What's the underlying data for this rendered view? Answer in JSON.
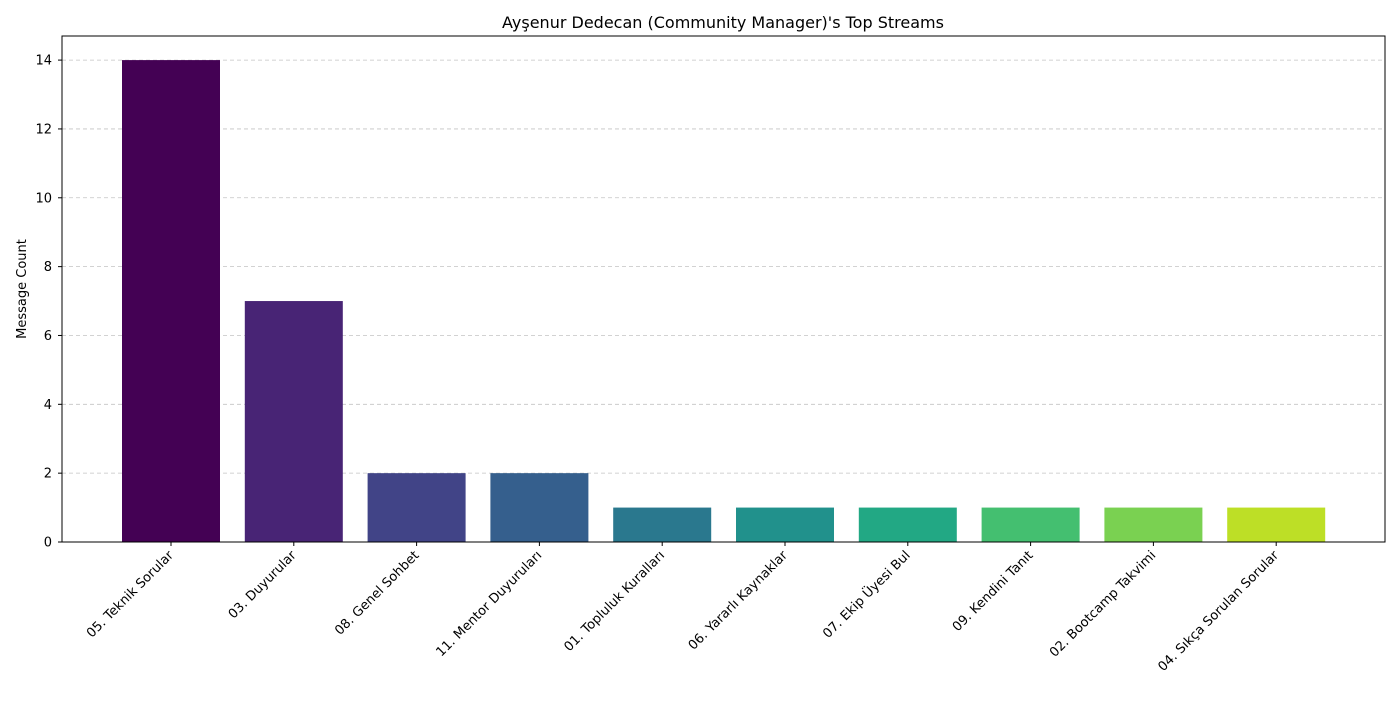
{
  "chart_data": {
    "type": "bar",
    "title": "Ayşenur Dedecan (Community Manager)'s Top Streams",
    "xlabel": "",
    "ylabel": "Message Count",
    "categories": [
      "05. Teknik Sorular",
      "03. Duyurular",
      "08. Genel Sohbet",
      "11. Mentor Duyuruları",
      "01. Topluluk Kuralları",
      "06. Yararlı Kaynaklar",
      "07. Ekip Üyesi Bul",
      "09. Kendini Tanıt",
      "02. Bootcamp Takvimi",
      "04. Sıkça Sorulan Sorular"
    ],
    "values": [
      14,
      7,
      2,
      2,
      1,
      1,
      1,
      1,
      1,
      1
    ],
    "colors": [
      "#440154",
      "#482475",
      "#414487",
      "#355f8d",
      "#2a788e",
      "#21918c",
      "#22a884",
      "#44bf70",
      "#7ad151",
      "#bddf26"
    ],
    "ylim": [
      0,
      14.7
    ],
    "yticks": [
      0,
      2,
      4,
      6,
      8,
      10,
      12,
      14
    ],
    "grid": "y-dashed",
    "legend": "none"
  }
}
